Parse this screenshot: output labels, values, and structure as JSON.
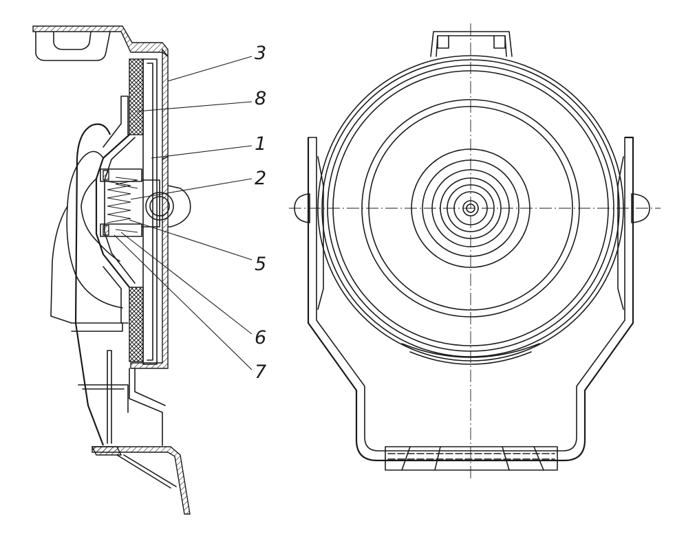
{
  "callouts": [
    {
      "id": "3",
      "label": "3"
    },
    {
      "id": "8",
      "label": "8"
    },
    {
      "id": "1",
      "label": "1"
    },
    {
      "id": "2",
      "label": "2"
    },
    {
      "id": "5",
      "label": "5"
    },
    {
      "id": "6",
      "label": "6"
    },
    {
      "id": "7",
      "label": "7"
    }
  ],
  "colors": {
    "ink": "#1a1a1a",
    "paper": "#ffffff"
  }
}
